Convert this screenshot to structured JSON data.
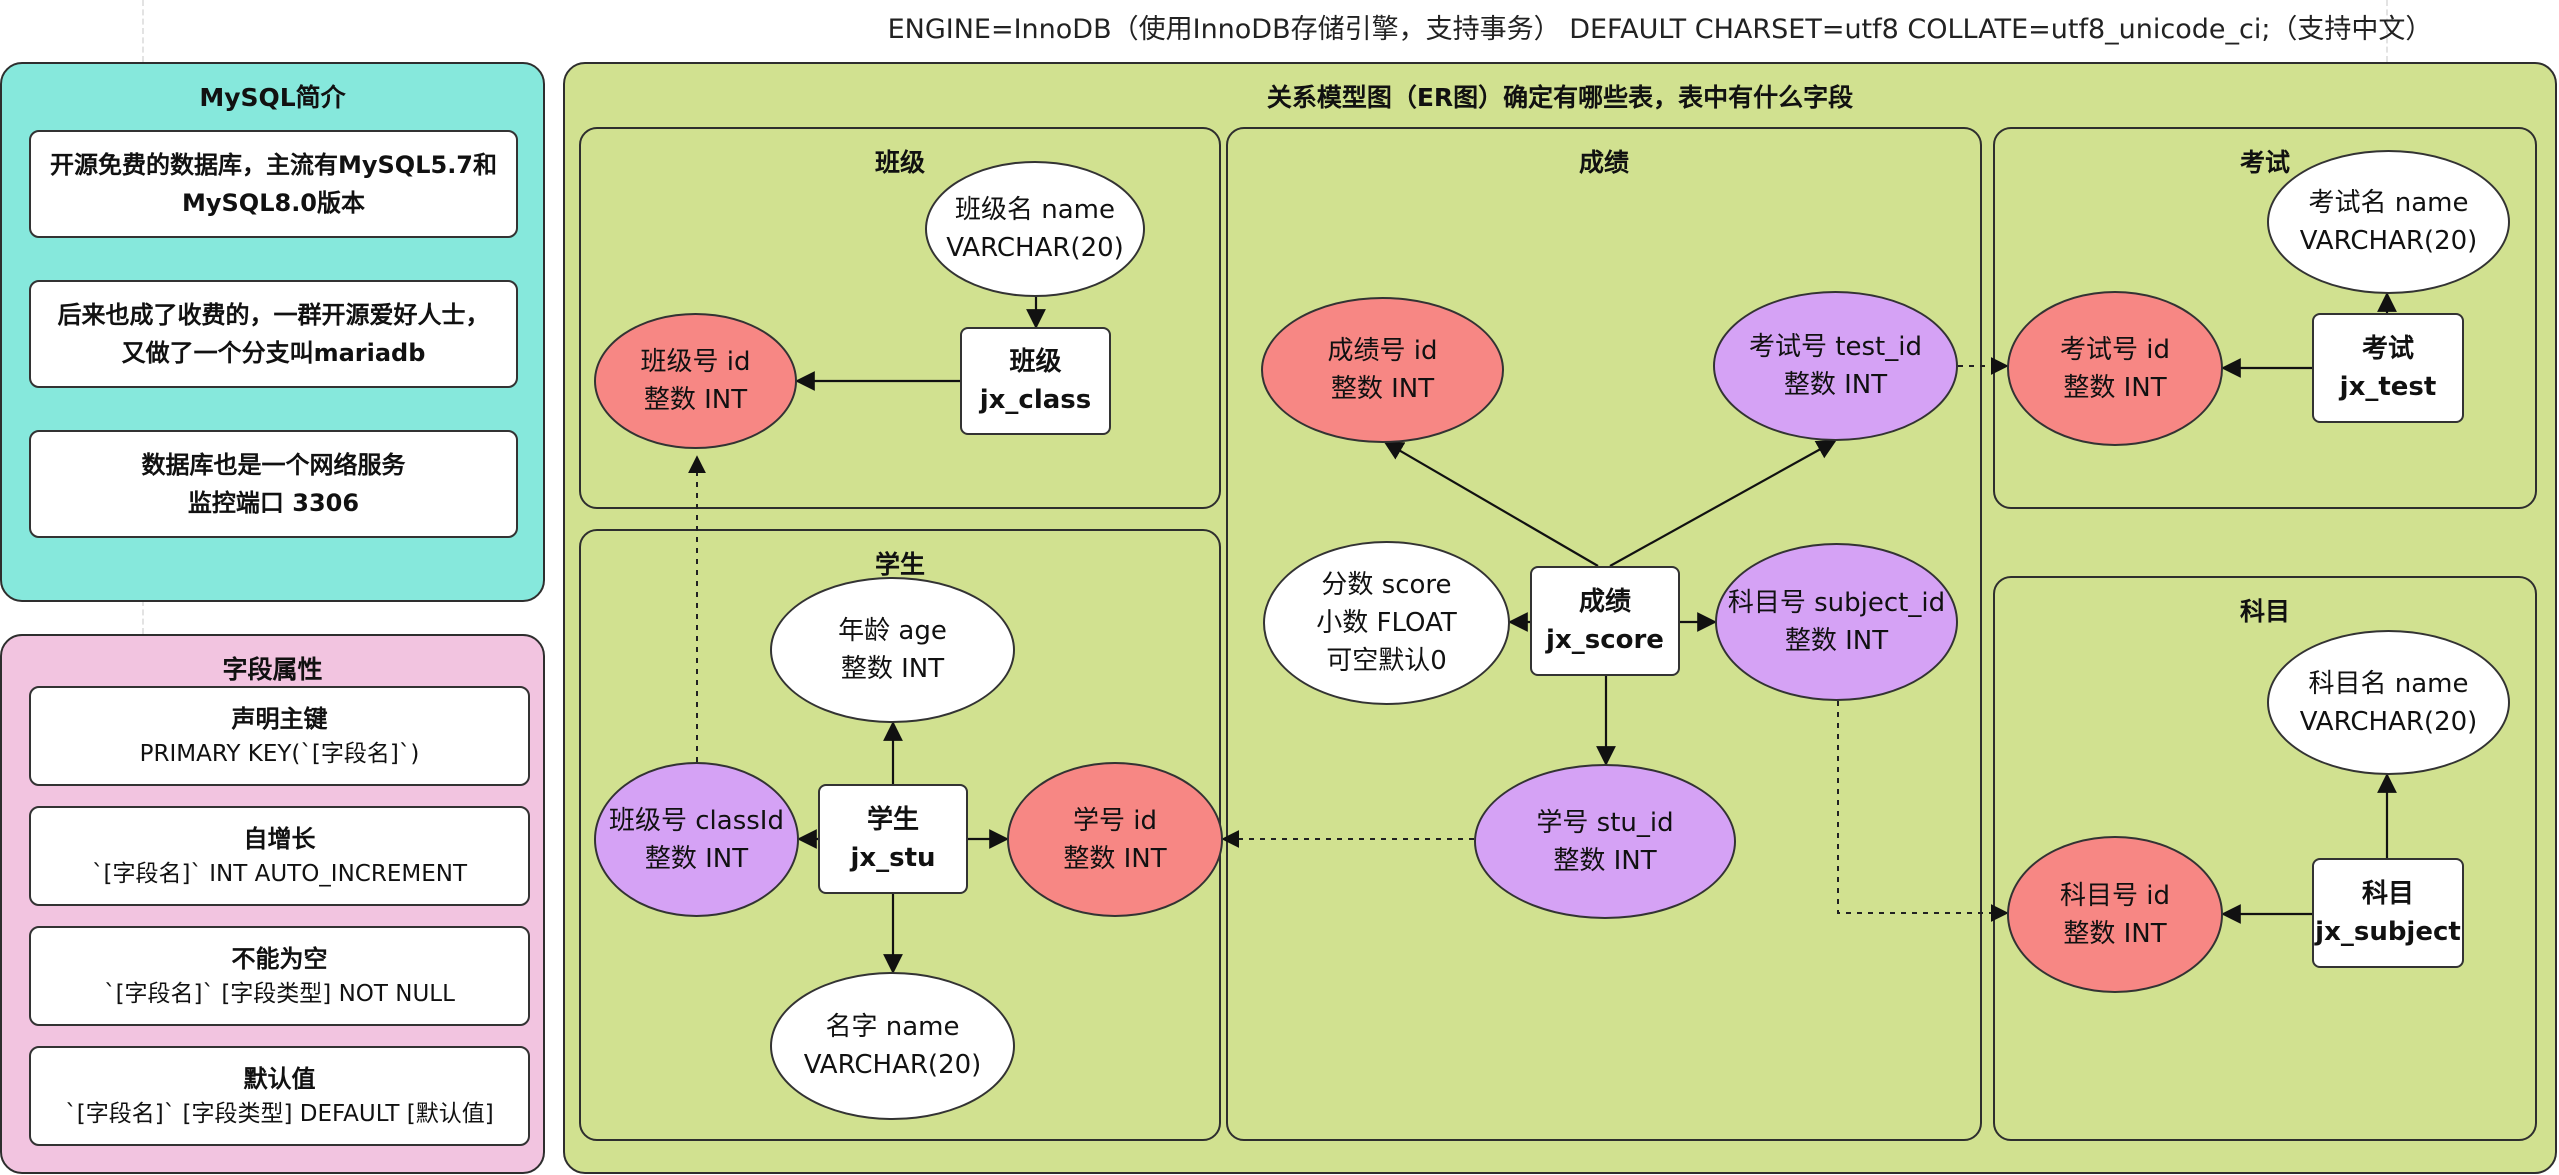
{
  "top_note": "ENGINE=InnoDB（使用InnoDB存储引擎，支持事务） DEFAULT CHARSET=utf8 COLLATE=utf8_unicode_ci;（支持中文）",
  "colors": {
    "intro_panel": "#86E8DC",
    "field_panel": "#F2C4E0",
    "er_panel": "#D1E190",
    "primary_key": "#F78784",
    "foreign_key": "#D5A2F5",
    "plain_field": "#FFFFFF"
  },
  "intro": {
    "title": "MySQL简介",
    "items": [
      {
        "line1": "开源免费的数据库，主流有MySQL5.7和",
        "line2": "MySQL8.0版本"
      },
      {
        "line1": "后来也成了收费的，一群开源爱好人士，",
        "line2": "又做了一个分支叫mariadb"
      },
      {
        "line1": "数据库也是一个网络服务",
        "line2": "监控端口 3306"
      }
    ]
  },
  "field_props": {
    "title": "字段属性",
    "items": [
      {
        "name": "声明主键",
        "syntax": "PRIMARY KEY(`[字段名]`)"
      },
      {
        "name": "自增长",
        "syntax": "`[字段名]` INT AUTO_INCREMENT"
      },
      {
        "name": "不能为空",
        "syntax": "`[字段名]` [字段类型] NOT NULL"
      },
      {
        "name": "默认值",
        "syntax": "`[字段名]` [字段类型] DEFAULT [默认值]"
      }
    ]
  },
  "er": {
    "title": "关系模型图（ER图）确定有哪些表，表中有什么字段",
    "class_group": {
      "title": "班级",
      "entity": {
        "label": "班级",
        "table": "jx_class"
      },
      "name_field": {
        "line1": "班级名 name",
        "line2": "VARCHAR(20)"
      },
      "id_field": {
        "line1": "班级号 id",
        "line2": "整数 INT"
      }
    },
    "student_group": {
      "title": "学生",
      "entity": {
        "label": "学生",
        "table": "jx_stu"
      },
      "age_field": {
        "line1": "年龄 age",
        "line2": "整数 INT"
      },
      "class_id_field": {
        "line1": "班级号 classId",
        "line2": "整数 INT"
      },
      "id_field": {
        "line1": "学号 id",
        "line2": "整数 INT"
      },
      "name_field": {
        "line1": "名字 name",
        "line2": "VARCHAR(20)"
      }
    },
    "score_group": {
      "title": "成绩",
      "entity": {
        "label": "成绩",
        "table": "jx_score"
      },
      "id_field": {
        "line1": "成绩号 id",
        "line2": "整数 INT"
      },
      "test_id_field": {
        "line1": "考试号 test_id",
        "line2": "整数 INT"
      },
      "score_field": {
        "line1": "分数 score",
        "line2": "小数 FLOAT",
        "line3": "可空默认0"
      },
      "subject_id_field": {
        "line1": "科目号 subject_id",
        "line2": "整数 INT"
      },
      "stu_id_field": {
        "line1": "学号 stu_id",
        "line2": "整数 INT"
      }
    },
    "test_group": {
      "title": "考试",
      "entity": {
        "label": "考试",
        "table": "jx_test"
      },
      "name_field": {
        "line1": "考试名 name",
        "line2": "VARCHAR(20)"
      },
      "id_field": {
        "line1": "考试号 id",
        "line2": "整数 INT"
      }
    },
    "subject_group": {
      "title": "科目",
      "entity": {
        "label": "科目",
        "table": "jx_subject"
      },
      "name_field": {
        "line1": "科目名 name",
        "line2": "VARCHAR(20)"
      },
      "id_field": {
        "line1": "科目号 id",
        "line2": "整数 INT"
      }
    }
  }
}
